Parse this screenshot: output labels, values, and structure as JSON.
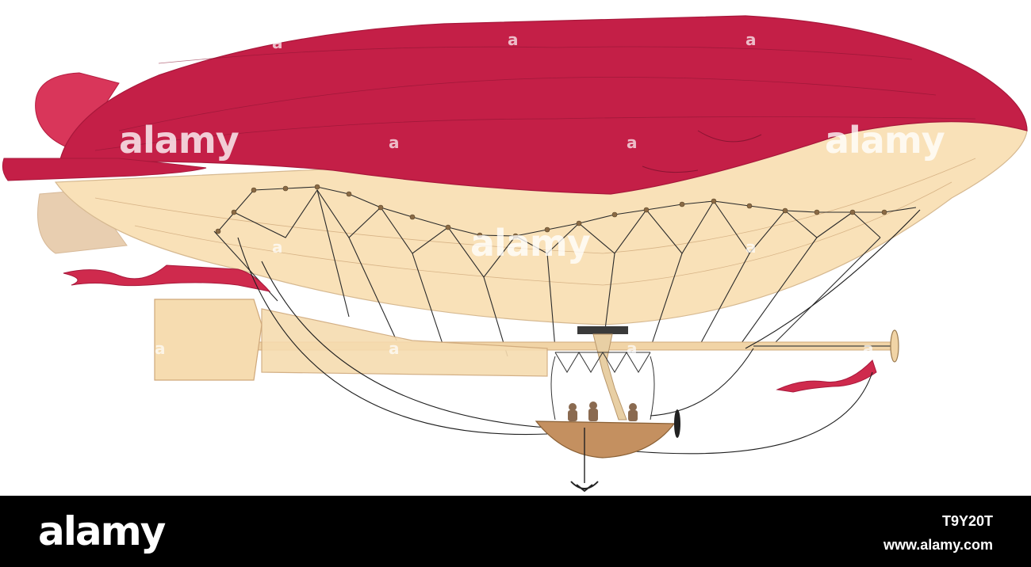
{
  "image": {
    "subject": "airship",
    "colors": {
      "envelope_top": "#c41f47",
      "envelope_bottom": "#f9e1b8",
      "tail_fin": "#d9365a",
      "pennant": "#cf2a4d",
      "gondola": "#c49060",
      "rigging": "#1a1a1a",
      "background": "#ffffff"
    }
  },
  "watermarks": {
    "left": "alamy",
    "right": "alamy",
    "center": "alamy",
    "mark": "a"
  },
  "footer": {
    "logo": "alamy",
    "image_id": "T9Y20T",
    "site": "www.alamy.com"
  }
}
